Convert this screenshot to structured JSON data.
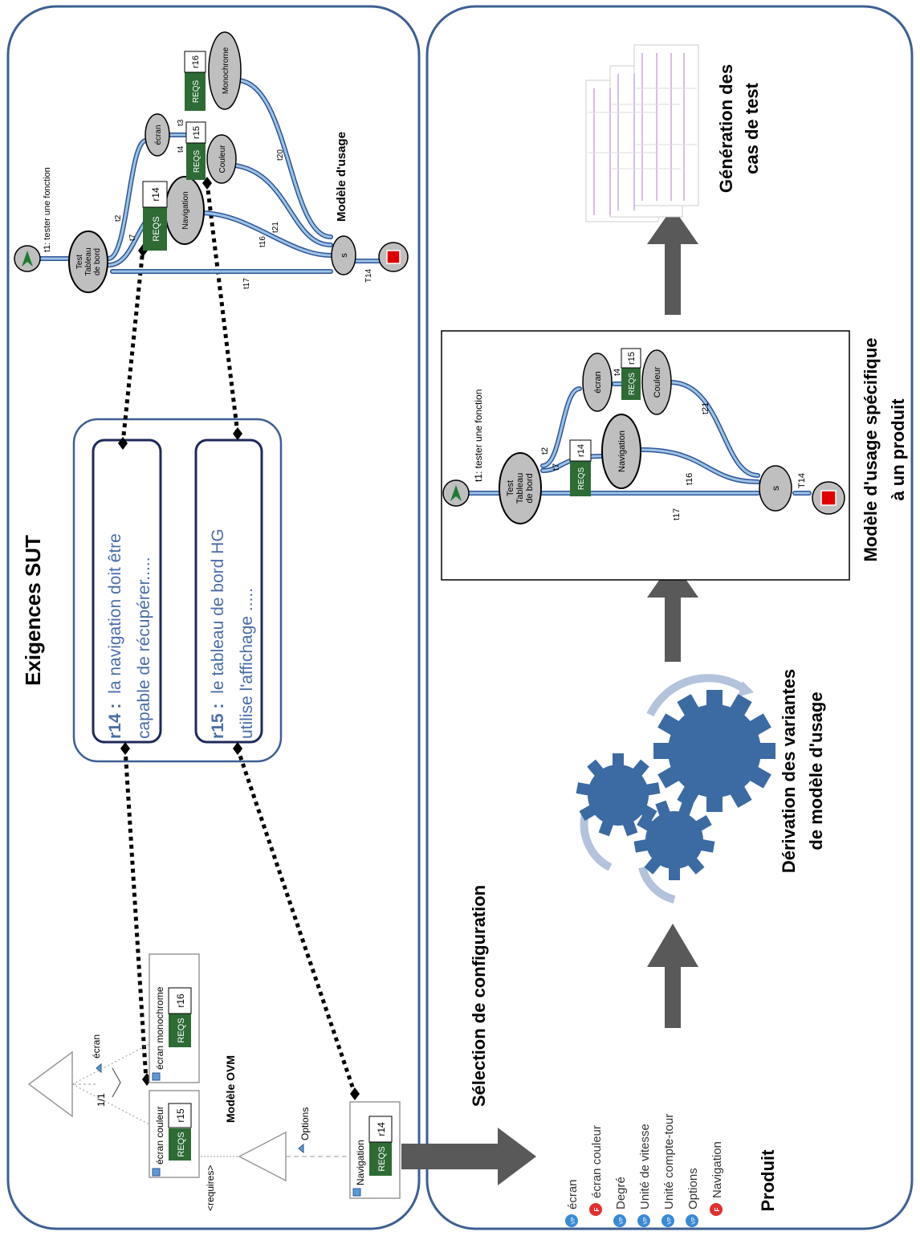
{
  "panel_top": {
    "title": "Exigences SUT",
    "usage_model_label": "Modèle d'usage",
    "ovm_label": "Modèle OVM",
    "req_r14_id": "r14 :",
    "req_r14_line1": "la navigation doit être",
    "req_r14_line2": "capable de récupérer.....",
    "req_r15_id": "r15 :",
    "req_r15_line1": "le tableau de bord HG",
    "req_r15_line2": "utilise l'affichage .....",
    "ovm": {
      "ecran_vp": "écran",
      "cardinality": "1/1",
      "ecran_couleur": "écran couleur",
      "ecran_monochrome": "écran monochrome",
      "options_vp": "Options",
      "requires": "<requires>",
      "navigation": "Navigation",
      "reqs": "REQS",
      "r14": "r14",
      "r15": "r15",
      "r16": "r16"
    },
    "usage": {
      "t1": "t1: tester une fonction",
      "test_node_1": "Test",
      "test_node_2": "Tableau",
      "test_node_3": "de bord",
      "ecran": "écran",
      "navigation": "Navigation",
      "couleur": "Couleur",
      "monochrome": "Monochrome",
      "s": "s",
      "t2": "t2",
      "t3": "t3",
      "t4": "t4",
      "t7": "t7",
      "t14": "T14",
      "t16": "t16",
      "t17": "t17",
      "t20": "t20",
      "t21": "t21",
      "reqs": "REQS",
      "r14": "r14",
      "r15": "r15",
      "r16": "r16"
    }
  },
  "panel_bottom": {
    "selection_label": "Sélection de configuration",
    "derivation_line1": "Dérivation des variantes",
    "derivation_line2": "de modèle d'usage",
    "specific_line1": "Modèle d'usage spécifique",
    "specific_line2": "à un produit",
    "generation_line1": "Génération des",
    "generation_line2": "cas de test",
    "product_label": "Produit",
    "product_items": [
      {
        "badge": "VP",
        "label": "écran"
      },
      {
        "badge": "F",
        "label": "écran couleur"
      },
      {
        "badge": "VP",
        "label": "Degré"
      },
      {
        "badge": "VP",
        "label": "Unité de vitesse"
      },
      {
        "badge": "VP",
        "label": "Unité compte-tour"
      },
      {
        "badge": "VP",
        "label": "Options"
      },
      {
        "badge": "F",
        "label": "Navigation"
      }
    ],
    "usage": {
      "t1": "t1: tester une fonction",
      "test_node_1": "Test",
      "test_node_2": "Tableau",
      "test_node_3": "de bord",
      "ecran": "écran",
      "navigation": "Navigation",
      "couleur": "Couleur",
      "s": "s",
      "t2": "t2",
      "t4": "t4",
      "t7": "t7",
      "t14": "T14",
      "t16": "t16",
      "t17": "t17",
      "t21": "t21",
      "reqs": "REQS",
      "r14": "r14",
      "r15": "r15"
    }
  },
  "colors": {
    "panel_border": "#3e5f93",
    "flow_blue": "#5b9bd5",
    "reqs_green": "#2e6b35",
    "gear_blue": "#3c6aa3",
    "arrow_gray": "#595959",
    "vp_blue": "#3a8ad6",
    "f_red": "#e03030",
    "node_gray": "#bfbfbf"
  }
}
